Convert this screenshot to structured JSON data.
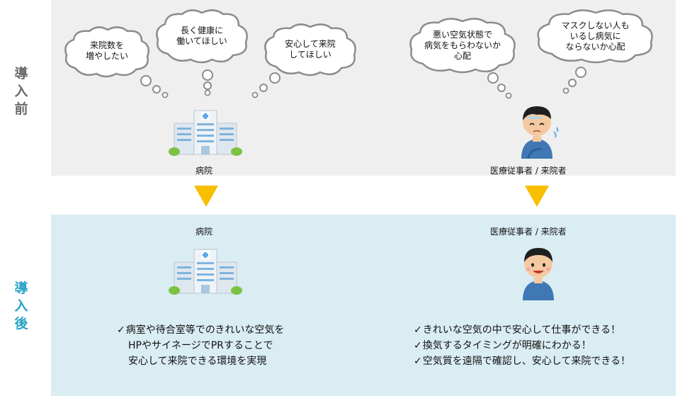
{
  "side_labels": {
    "before": "導入前",
    "after": "導入後"
  },
  "before": {
    "hospital_bubbles": [
      "来院数を\n増やしたい",
      "長く健康に\n働いてほしい",
      "安心して来院\nしてほしい"
    ],
    "staff_bubbles": [
      "悪い空気状態で\n病気をもらわないか\n心配",
      "マスクしない人も\nいるし病気に\nならないか心配"
    ],
    "hospital_label": "病院",
    "staff_label": "医療従事者 / 来院者"
  },
  "after": {
    "hospital_label": "病院",
    "staff_label": "医療従事者 / 来院者",
    "hospital_points": [
      "病室や待合室等でのきれいな空気を",
      "HPやサイネージでPRすることで",
      "安心して来院できる環境を実現"
    ],
    "staff_points": [
      "きれいな空気の中で安心して仕事ができる！",
      "換気するタイミングが明確にわかる！",
      "空気質を遠隔で確認し、安心して来院できる！"
    ],
    "check_mark": "✓"
  },
  "colors": {
    "arrow": "#f7bf00",
    "before_bg": "#efefef",
    "after_bg": "#daedf3",
    "after_label": "#2aa3c6"
  }
}
